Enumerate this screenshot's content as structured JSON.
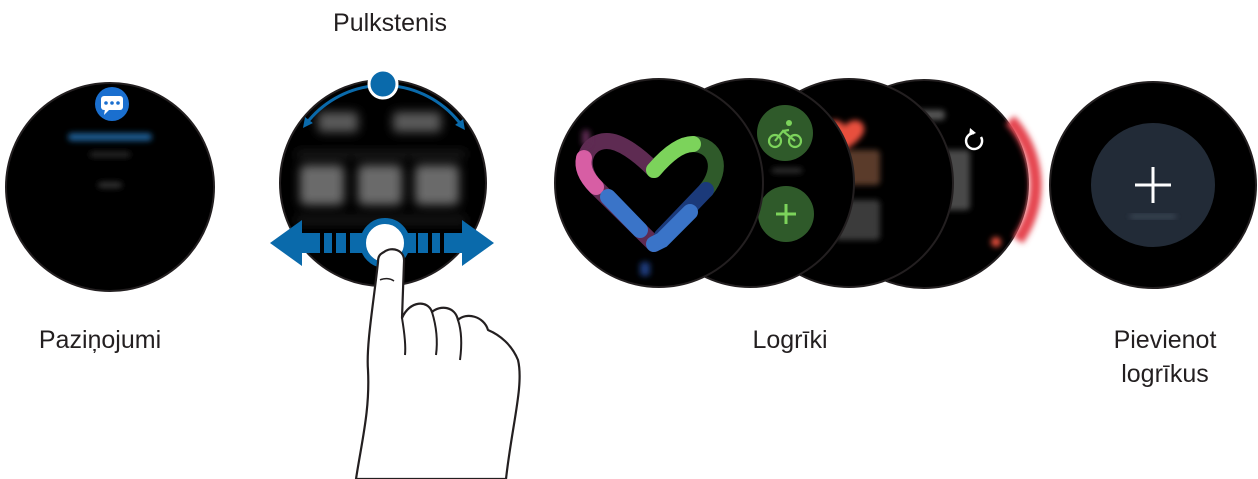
{
  "labels": {
    "clock": "Pulkstenis",
    "notifications": "Paziņojumi",
    "widgets": "Logrīki",
    "add_widgets_line1": "Pievienot",
    "add_widgets_line2": "logrīkus"
  },
  "icons": {
    "notification": "message-bubble-icon",
    "cycling": "bicycle-icon",
    "add": "plus-icon",
    "heart": "heart-icon",
    "refresh": "refresh-icon",
    "swipe": "hand-swipe-icon"
  },
  "colors": {
    "accent": "#0a6aab",
    "screen": "#000000",
    "green": "#7cd35b",
    "heart_red": "#e8503c"
  }
}
